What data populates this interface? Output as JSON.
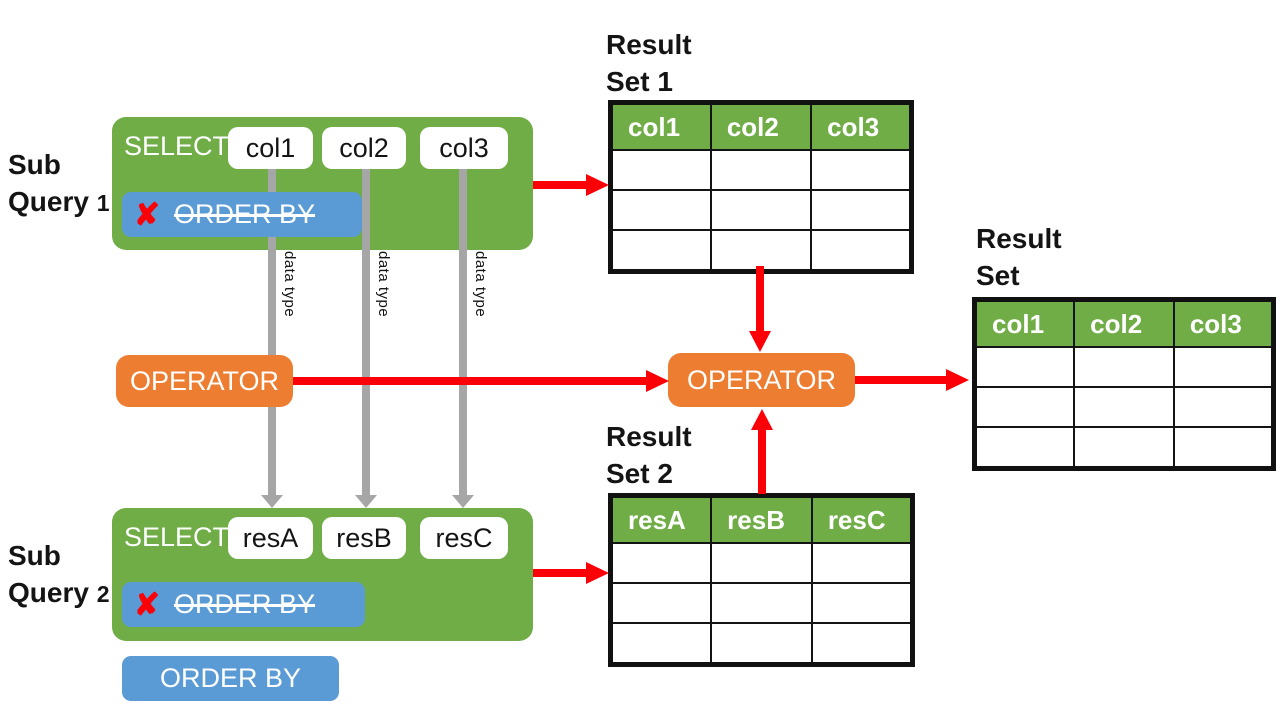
{
  "labels": {
    "sub_query_1": {
      "line1": "Sub",
      "line2": "Query ",
      "num": "1"
    },
    "sub_query_2": {
      "line1": "Sub",
      "line2": "Query ",
      "num": "2"
    },
    "result_set_1": {
      "line1": "Result",
      "line2": "Set 1"
    },
    "result_set_2": {
      "line1": "Result",
      "line2": "Set 2"
    },
    "result_set": {
      "line1": "Result",
      "line2": "Set"
    }
  },
  "query1": {
    "select_label": "SELECT",
    "columns": [
      "col1",
      "col2",
      "col3"
    ],
    "order_by_label": "ORDER BY",
    "x_mark": "✘"
  },
  "query2": {
    "select_label": "SELECT",
    "columns": [
      "resA",
      "resB",
      "resC"
    ],
    "order_by_label": "ORDER BY",
    "x_mark": "✘",
    "standalone_order_by_label": "ORDER BY"
  },
  "operators": {
    "left_label": "OPERATOR",
    "middle_label": "OPERATOR"
  },
  "data_type_labels": [
    "data type",
    "data type",
    "data type"
  ],
  "tables": {
    "result_set_1": {
      "columns": [
        "col1",
        "col2",
        "col3"
      ],
      "empty_rows": 3
    },
    "result_set_2": {
      "columns": [
        "resA",
        "resB",
        "resC"
      ],
      "empty_rows": 3
    },
    "result_set": {
      "columns": [
        "col1",
        "col2",
        "col3"
      ],
      "empty_rows": 3
    }
  },
  "colors": {
    "green": "#70AD47",
    "blue": "#5B9BD5",
    "orange": "#ED7D31",
    "red": "#FB0007",
    "gray": "#A6A6A6",
    "text": "#141414"
  }
}
